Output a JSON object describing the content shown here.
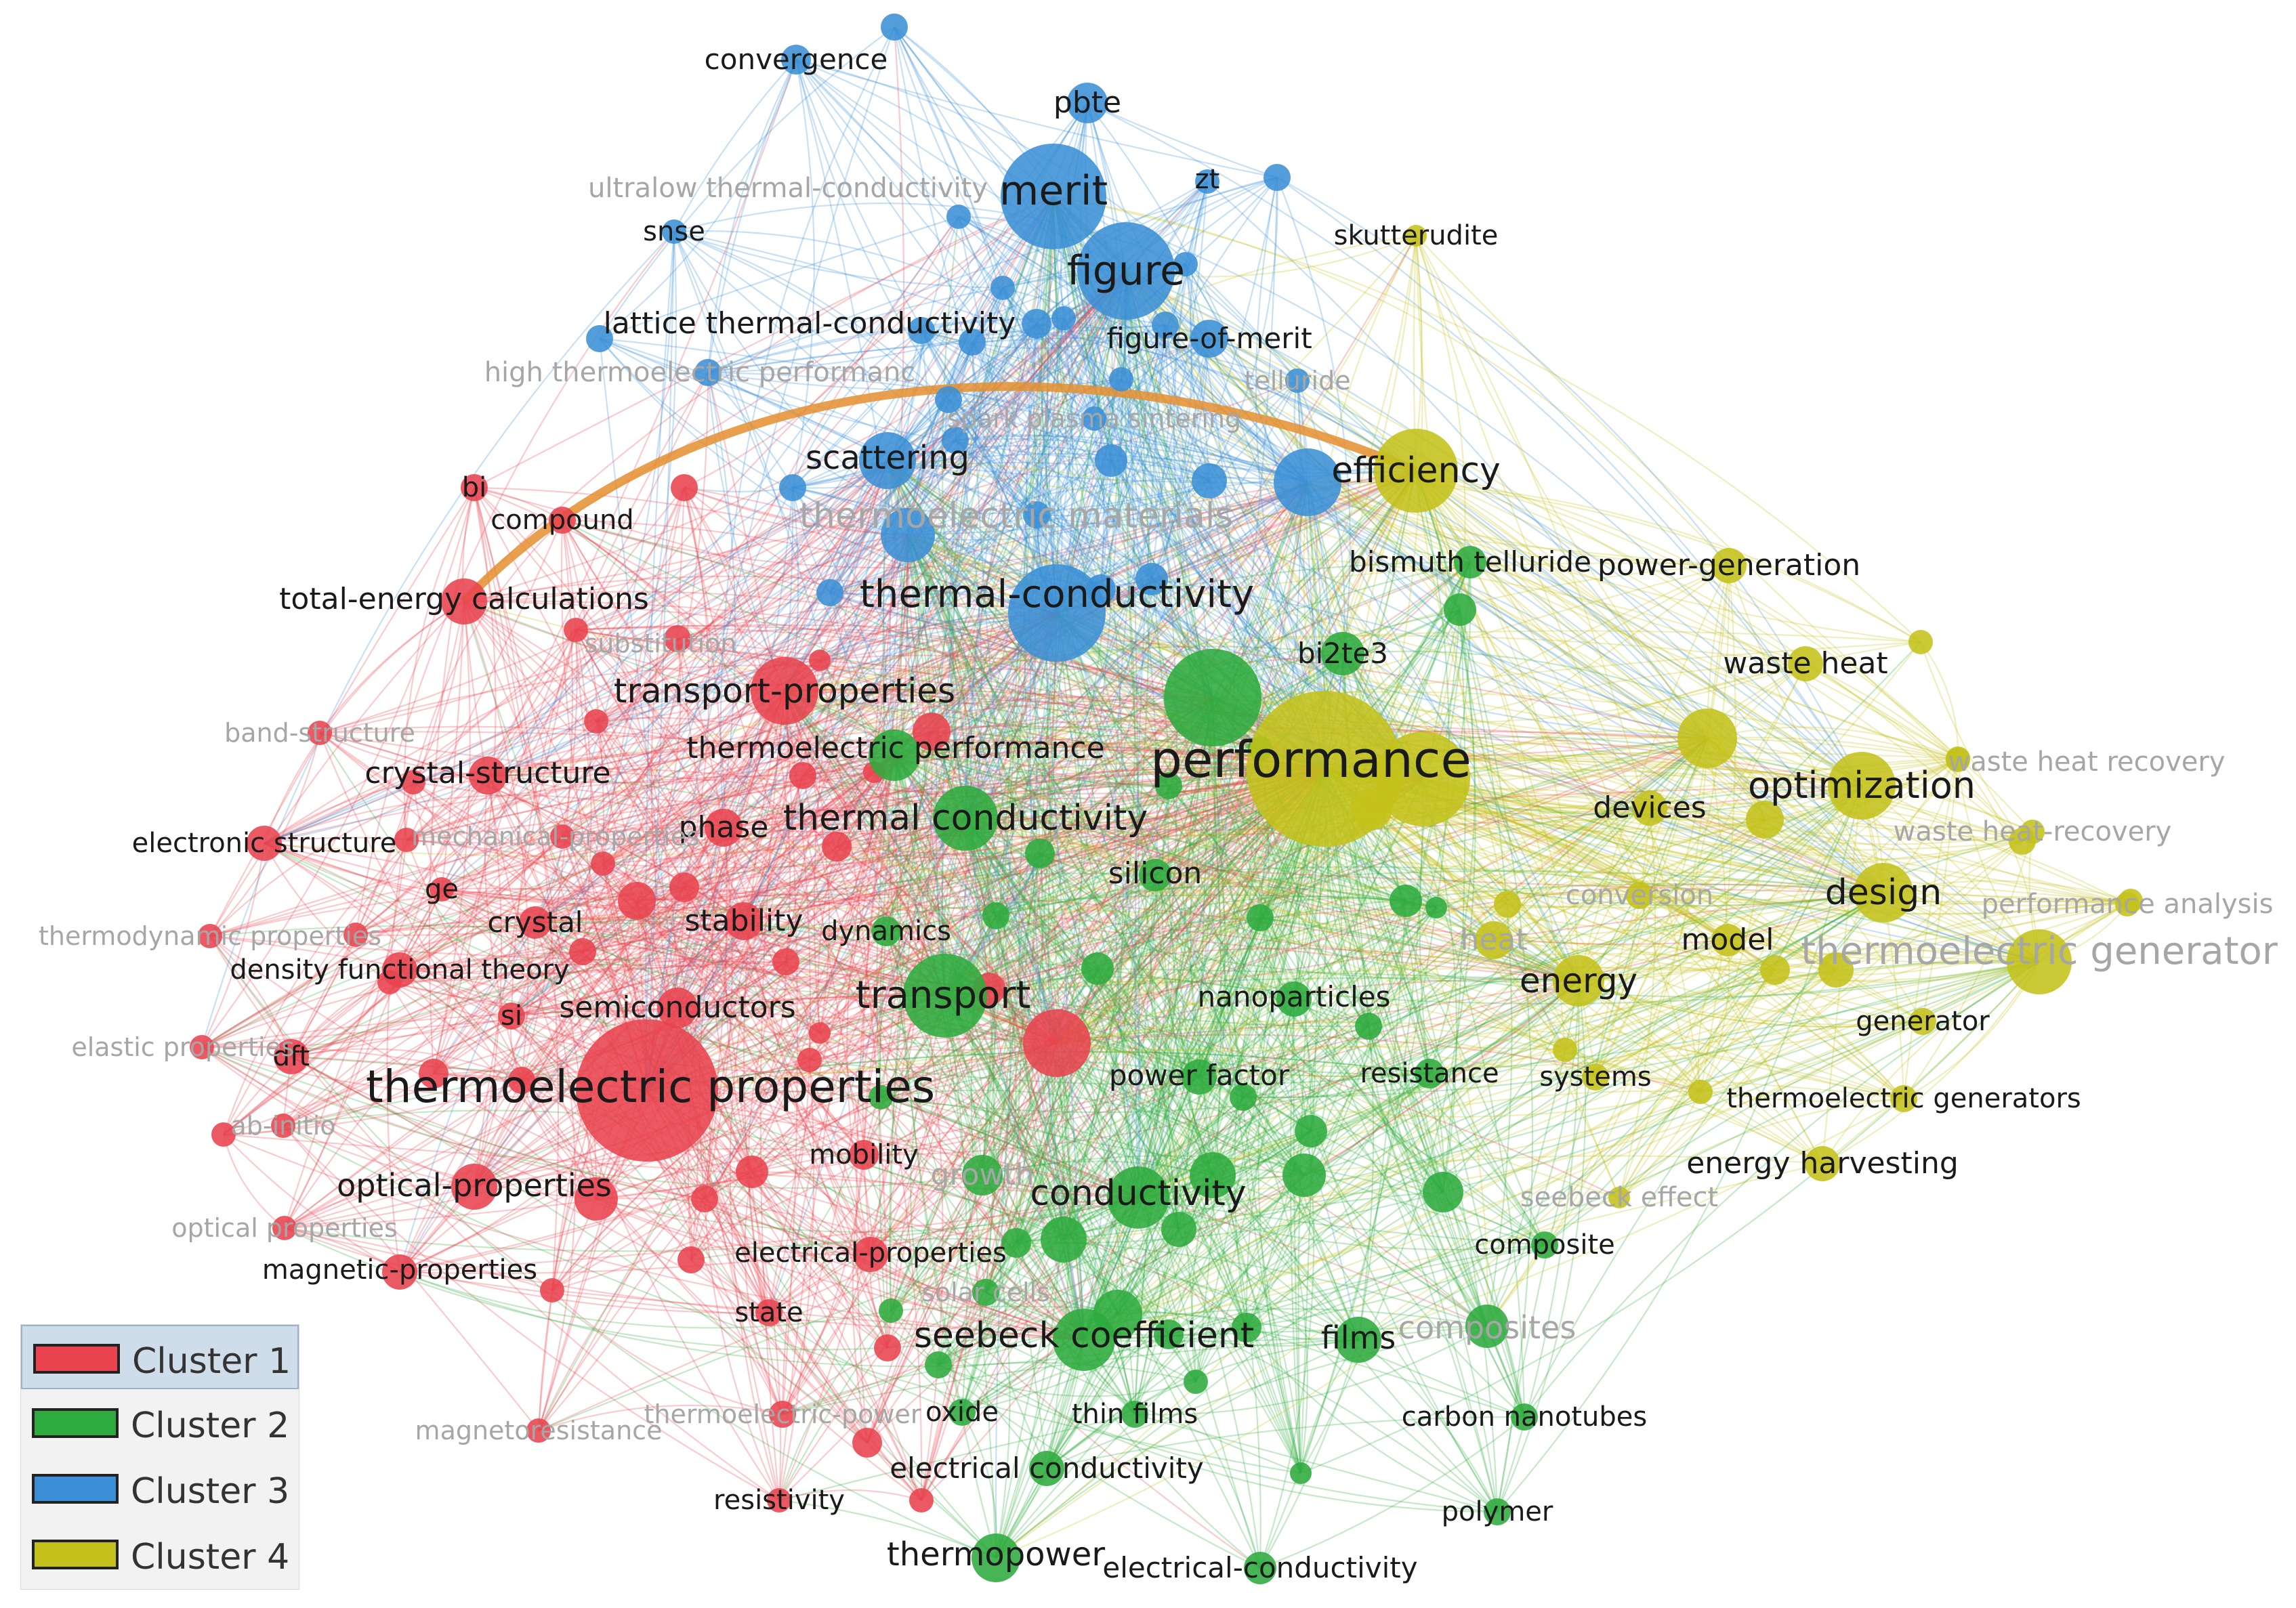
{
  "title": "",
  "colors": {
    "cluster1": "#e8434e",
    "cluster2": "#2eab3e",
    "cluster3": "#3b8fd6",
    "cluster4": "#c4c21a",
    "label_dark": "#1a1a1a",
    "label_faint": "#a6a6a6"
  },
  "legend": [
    {
      "label": "Cluster 1",
      "color": "#e8434e",
      "selected": true
    },
    {
      "label": "Cluster 2",
      "color": "#2eab3e",
      "selected": false
    },
    {
      "label": "Cluster 3",
      "color": "#3b8fd6",
      "selected": false
    },
    {
      "label": "Cluster 4",
      "color": "#c4c21a",
      "selected": false
    }
  ],
  "nodes": [
    {
      "id": "performance",
      "label": "performance",
      "cluster": 4,
      "weight": 10,
      "faint": false
    },
    {
      "id": "thermoelectric-properties",
      "label": "thermoelectric properties",
      "cluster": 1,
      "weight": 9,
      "faint": false
    },
    {
      "id": "merit",
      "label": "merit",
      "cluster": 3,
      "weight": 7,
      "faint": false
    },
    {
      "id": "figure",
      "label": "figure",
      "cluster": 3,
      "weight": 7,
      "faint": false
    },
    {
      "id": "thermal-conductivity",
      "label": "thermal-conductivity",
      "cluster": 3,
      "weight": 7,
      "faint": false
    },
    {
      "id": "efficiency",
      "label": "efficiency",
      "cluster": 4,
      "weight": 6,
      "faint": false
    },
    {
      "id": "transport",
      "label": "transport",
      "cluster": 2,
      "weight": 6,
      "faint": false
    },
    {
      "id": "thermal-conductivity-2",
      "label": "thermal conductivity",
      "cluster": 2,
      "weight": 6,
      "faint": false
    },
    {
      "id": "transport-properties",
      "label": "transport-properties",
      "cluster": 1,
      "weight": 6,
      "faint": false
    },
    {
      "id": "optimization",
      "label": "optimization",
      "cluster": 4,
      "weight": 5,
      "faint": false
    },
    {
      "id": "thermoelectric-generator",
      "label": "thermoelectric generator",
      "cluster": 4,
      "weight": 5,
      "faint": true
    },
    {
      "id": "thermoelectric-materials",
      "label": "thermoelectric materials",
      "cluster": 3,
      "weight": 5,
      "faint": true
    },
    {
      "id": "scattering",
      "label": "scattering",
      "cluster": 3,
      "weight": 5,
      "faint": false
    },
    {
      "id": "seebeck-coefficient",
      "label": "seebeck coefficient",
      "cluster": 2,
      "weight": 5,
      "faint": false
    },
    {
      "id": "conductivity",
      "label": "conductivity",
      "cluster": 2,
      "weight": 5,
      "faint": false
    },
    {
      "id": "design",
      "label": "design",
      "cluster": 4,
      "weight": 5,
      "faint": false
    },
    {
      "id": "energy",
      "label": "energy",
      "cluster": 4,
      "weight": 4,
      "faint": false
    },
    {
      "id": "total-energy-calculations",
      "label": "total-energy calculations",
      "cluster": 1,
      "weight": 4,
      "faint": false
    },
    {
      "id": "thermoelectric-performance",
      "label": "thermoelectric performance",
      "cluster": 2,
      "weight": 4,
      "faint": false
    },
    {
      "id": "thermopower",
      "label": "thermopower",
      "cluster": 2,
      "weight": 4,
      "faint": false
    },
    {
      "id": "films",
      "label": "films",
      "cluster": 2,
      "weight": 4,
      "faint": false
    },
    {
      "id": "composites",
      "label": "composites",
      "cluster": 2,
      "weight": 4,
      "faint": true
    },
    {
      "id": "optical-properties-1",
      "label": "optical-properties",
      "cluster": 1,
      "weight": 4,
      "faint": false
    },
    {
      "id": "semiconductors",
      "label": "semiconductors",
      "cluster": 1,
      "weight": 4,
      "faint": false
    },
    {
      "id": "crystal-structure",
      "label": "crystal-structure",
      "cluster": 1,
      "weight": 4,
      "faint": false
    },
    {
      "id": "phase",
      "label": "phase",
      "cluster": 1,
      "weight": 3,
      "faint": false
    },
    {
      "id": "stability",
      "label": "stability",
      "cluster": 1,
      "weight": 3,
      "faint": false
    },
    {
      "id": "crystal",
      "label": "crystal",
      "cluster": 1,
      "weight": 3,
      "faint": false
    },
    {
      "id": "density-functional-theory",
      "label": "density functional theory",
      "cluster": 1,
      "weight": 3,
      "faint": false
    },
    {
      "id": "electronic-structure",
      "label": "electronic structure",
      "cluster": 1,
      "weight": 3,
      "faint": false
    },
    {
      "id": "magnetic-properties",
      "label": "magnetic-properties",
      "cluster": 1,
      "weight": 3,
      "faint": false
    },
    {
      "id": "electrical-properties",
      "label": "electrical-properties",
      "cluster": 1,
      "weight": 3,
      "faint": false
    },
    {
      "id": "dft",
      "label": "dft",
      "cluster": 1,
      "weight": 3,
      "faint": false
    },
    {
      "id": "ge",
      "label": "ge",
      "cluster": 1,
      "weight": 2,
      "faint": false
    },
    {
      "id": "si",
      "label": "si",
      "cluster": 1,
      "weight": 2,
      "faint": false
    },
    {
      "id": "bi",
      "label": "bi",
      "cluster": 1,
      "weight": 2,
      "faint": false
    },
    {
      "id": "compound",
      "label": "compound",
      "cluster": 1,
      "weight": 2,
      "faint": false
    },
    {
      "id": "mobility",
      "label": "mobility",
      "cluster": 1,
      "weight": 2,
      "faint": false
    },
    {
      "id": "state",
      "label": "state",
      "cluster": 1,
      "weight": 2,
      "faint": false
    },
    {
      "id": "resistivity",
      "label": "resistivity",
      "cluster": 1,
      "weight": 2,
      "faint": false
    },
    {
      "id": "ab-initio",
      "label": "ab-initio",
      "cluster": 1,
      "weight": 2,
      "faint": true
    },
    {
      "id": "band-structure",
      "label": "band-structure",
      "cluster": 1,
      "weight": 2,
      "faint": true
    },
    {
      "id": "thermodynamic-properties",
      "label": "thermodynamic properties",
      "cluster": 1,
      "weight": 2,
      "faint": true
    },
    {
      "id": "elastic-properties",
      "label": "elastic properties",
      "cluster": 1,
      "weight": 2,
      "faint": true
    },
    {
      "id": "optical-properties-2",
      "label": "optical properties",
      "cluster": 1,
      "weight": 2,
      "faint": true
    },
    {
      "id": "magnetoresistance",
      "label": "magnetoresistance",
      "cluster": 1,
      "weight": 2,
      "faint": true
    },
    {
      "id": "thermoelectric-power",
      "label": "thermoelectric-power",
      "cluster": 1,
      "weight": 2,
      "faint": true
    },
    {
      "id": "mechanical-properties",
      "label": "mechanical-properties",
      "cluster": 1,
      "weight": 2,
      "faint": true
    },
    {
      "id": "substitution",
      "label": "substitution",
      "cluster": 1,
      "weight": 2,
      "faint": true
    },
    {
      "id": "convergence",
      "label": "convergence",
      "cluster": 3,
      "weight": 3,
      "faint": false
    },
    {
      "id": "pbte",
      "label": "pbte",
      "cluster": 3,
      "weight": 3,
      "faint": false
    },
    {
      "id": "zt",
      "label": "zt",
      "cluster": 3,
      "weight": 2,
      "faint": false
    },
    {
      "id": "snse",
      "label": "snse",
      "cluster": 3,
      "weight": 2,
      "faint": false
    },
    {
      "id": "ultralow-thermal-conductivity",
      "label": "ultralow thermal-conductivity",
      "cluster": 3,
      "weight": 2,
      "faint": true
    },
    {
      "id": "lattice-thermal-conductivity",
      "label": "lattice thermal-conductivity",
      "cluster": 3,
      "weight": 3,
      "faint": false
    },
    {
      "id": "high-thermoelectric-performance",
      "label": "high thermoelectric performanc",
      "cluster": 3,
      "weight": 3,
      "faint": true
    },
    {
      "id": "figure-of-merit",
      "label": "figure-of-merit",
      "cluster": 3,
      "weight": 3,
      "faint": false
    },
    {
      "id": "telluride",
      "label": "telluride",
      "cluster": 3,
      "weight": 2,
      "faint": true
    },
    {
      "id": "spark-plasma-sintering",
      "label": "spark plasma sintering",
      "cluster": 3,
      "weight": 2,
      "faint": true
    },
    {
      "id": "skutterudite",
      "label": "skutterudite",
      "cluster": 4,
      "weight": 2,
      "faint": false
    },
    {
      "id": "bismuth-telluride",
      "label": "bismuth telluride",
      "cluster": 2,
      "weight": 3,
      "faint": false
    },
    {
      "id": "bi2te3",
      "label": "bi2te3",
      "cluster": 2,
      "weight": 3,
      "faint": false
    },
    {
      "id": "power-generation",
      "label": "power-generation",
      "cluster": 4,
      "weight": 3,
      "faint": false
    },
    {
      "id": "waste-heat",
      "label": "waste heat",
      "cluster": 4,
      "weight": 3,
      "faint": false
    },
    {
      "id": "waste-heat-recovery-1",
      "label": "waste heat recovery",
      "cluster": 4,
      "weight": 2,
      "faint": true
    },
    {
      "id": "waste-heat-recovery-2",
      "label": "waste heat-recovery",
      "cluster": 4,
      "weight": 2,
      "faint": true
    },
    {
      "id": "performance-analysis",
      "label": "performance analysis",
      "cluster": 4,
      "weight": 2,
      "faint": true
    },
    {
      "id": "devices",
      "label": "devices",
      "cluster": 4,
      "weight": 3,
      "faint": false
    },
    {
      "id": "conversion",
      "label": "conversion",
      "cluster": 4,
      "weight": 2,
      "faint": true
    },
    {
      "id": "model",
      "label": "model",
      "cluster": 4,
      "weight": 3,
      "faint": false
    },
    {
      "id": "heat",
      "label": "heat",
      "cluster": 4,
      "weight": 3,
      "faint": true
    },
    {
      "id": "generator",
      "label": "generator",
      "cluster": 4,
      "weight": 2,
      "faint": false
    },
    {
      "id": "systems",
      "label": "systems",
      "cluster": 4,
      "weight": 2,
      "faint": false
    },
    {
      "id": "thermoelectric-generators",
      "label": "thermoelectric generators",
      "cluster": 4,
      "weight": 2,
      "faint": false
    },
    {
      "id": "energy-harvesting",
      "label": "energy harvesting",
      "cluster": 4,
      "weight": 3,
      "faint": false
    },
    {
      "id": "seebeck-effect",
      "label": "seebeck effect",
      "cluster": 4,
      "weight": 2,
      "faint": true
    },
    {
      "id": "silicon",
      "label": "silicon",
      "cluster": 2,
      "weight": 3,
      "faint": false
    },
    {
      "id": "dynamics",
      "label": "dynamics",
      "cluster": 2,
      "weight": 2,
      "faint": false
    },
    {
      "id": "nanoparticles",
      "label": "nanoparticles",
      "cluster": 2,
      "weight": 3,
      "faint": false
    },
    {
      "id": "power-factor",
      "label": "power factor",
      "cluster": 2,
      "weight": 3,
      "faint": false
    },
    {
      "id": "resistance",
      "label": "resistance",
      "cluster": 2,
      "weight": 2,
      "faint": false
    },
    {
      "id": "growth",
      "label": "growth",
      "cluster": 2,
      "weight": 3,
      "faint": true
    },
    {
      "id": "composite",
      "label": "composite",
      "cluster": 2,
      "weight": 2,
      "faint": false
    },
    {
      "id": "oxide",
      "label": "oxide",
      "cluster": 2,
      "weight": 2,
      "faint": false
    },
    {
      "id": "thin-films",
      "label": "thin films",
      "cluster": 2,
      "weight": 2,
      "faint": false
    },
    {
      "id": "carbon-nanotubes",
      "label": "carbon nanotubes",
      "cluster": 2,
      "weight": 2,
      "faint": false
    },
    {
      "id": "electrical-conductivity-1",
      "label": "electrical conductivity",
      "cluster": 2,
      "weight": 3,
      "faint": false
    },
    {
      "id": "electrical-conductivity-2",
      "label": "electrical-conductivity",
      "cluster": 2,
      "weight": 3,
      "faint": false
    },
    {
      "id": "polymer",
      "label": "polymer",
      "cluster": 2,
      "weight": 2,
      "faint": false
    },
    {
      "id": "solar-cells",
      "label": "solar cells",
      "cluster": 2,
      "weight": 2,
      "faint": true
    }
  ]
}
